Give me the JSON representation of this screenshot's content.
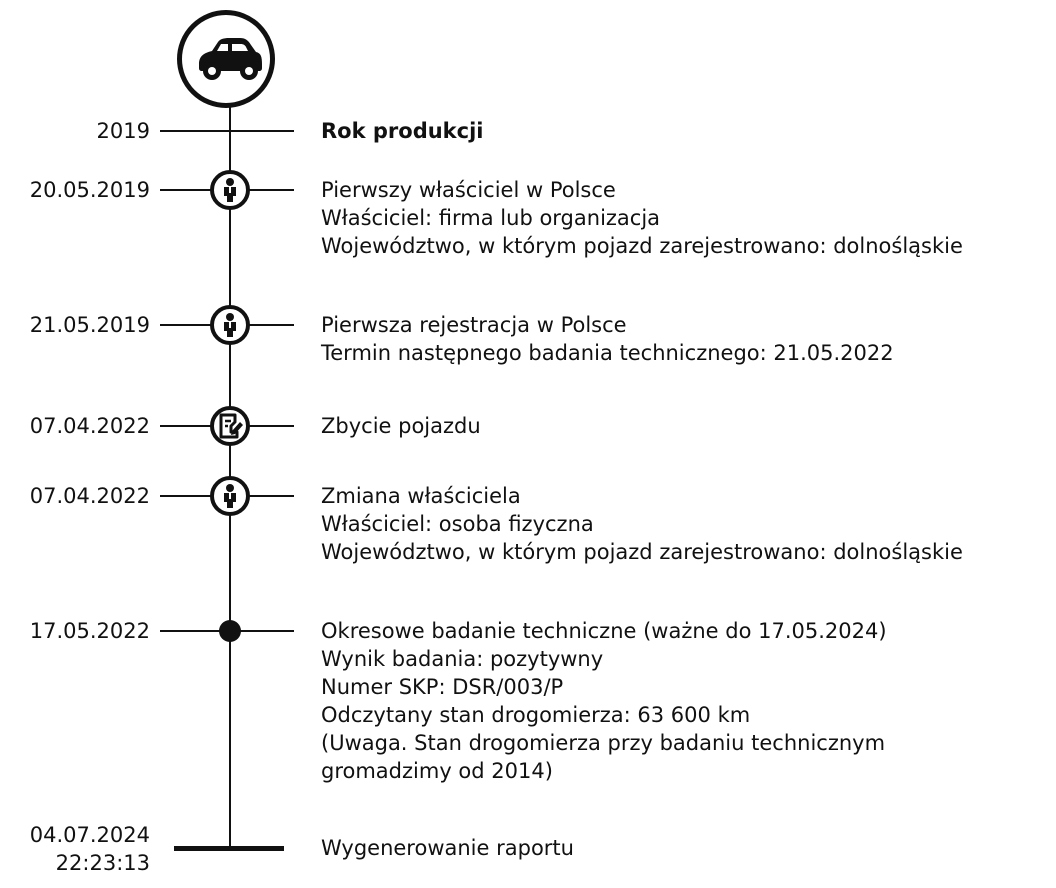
{
  "timeline": {
    "top_icon": "car-icon",
    "events": [
      {
        "date": "2019",
        "icon": "none",
        "title": "Rok produkcji",
        "title_bold": true,
        "lines": []
      },
      {
        "date": "20.05.2019",
        "icon": "person-icon",
        "title": "Pierwszy właściciel w Polsce",
        "lines": [
          "Właściciel: firma lub organizacja",
          "Województwo, w którym pojazd zarejestrowano: dolnośląskie"
        ]
      },
      {
        "date": "21.05.2019",
        "icon": "person-icon",
        "title": "Pierwsza rejestracja w Polsce",
        "lines": [
          "Termin następnego badania technicznego: 21.05.2022"
        ]
      },
      {
        "date": "07.04.2022",
        "icon": "document-edit-icon",
        "title": "Zbycie pojazdu",
        "lines": []
      },
      {
        "date": "07.04.2022",
        "icon": "person-icon",
        "title": "Zmiana właściciela",
        "lines": [
          "Właściciel: osoba fizyczna",
          "Województwo, w którym pojazd zarejestrowano: dolnośląskie"
        ]
      },
      {
        "date": "17.05.2022",
        "icon": "dot",
        "title": "Okresowe badanie techniczne (ważne do 17.05.2024)",
        "lines": [
          "Wynik badania: pozytywny",
          "Numer SKP: DSR/003/P",
          "Odczytany stan drogomierza: 63 600 km",
          "(Uwaga. Stan drogomierza przy badaniu technicznym",
          "gromadzimy od 2014)"
        ]
      },
      {
        "date": "04.07.2024",
        "time": "22:23:13",
        "icon": "end-bar",
        "title": "Wygenerowanie raportu",
        "lines": []
      }
    ]
  }
}
